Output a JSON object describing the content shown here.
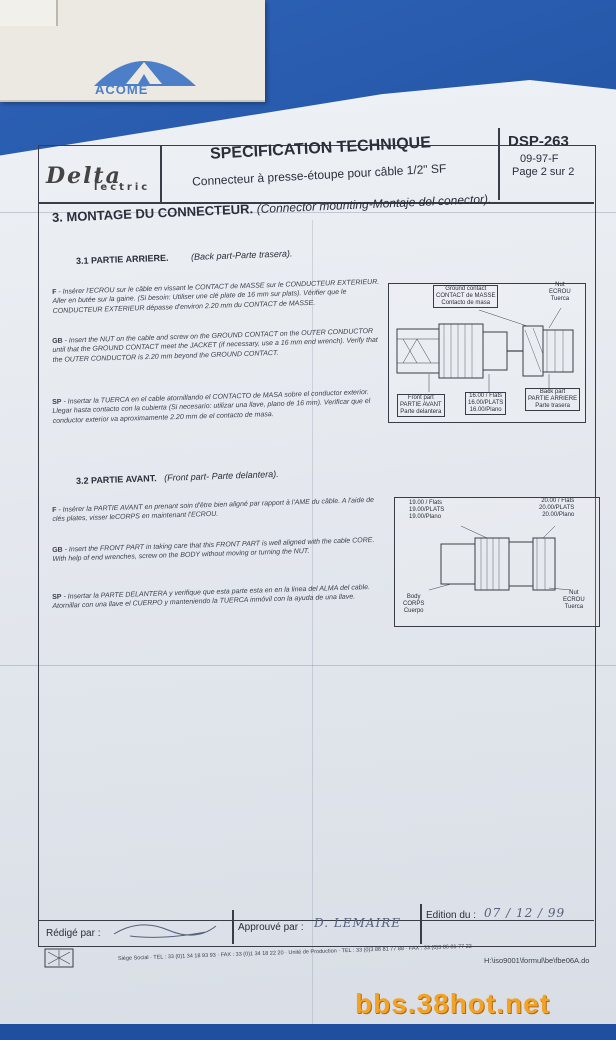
{
  "box": {
    "brand": "ACOME"
  },
  "header": {
    "logo_text": "Delta",
    "logo_sub": "lectric",
    "title": "SPECIFICATION TECHNIQUE",
    "subtitle": "Connecteur à presse-étoupe pour câble 1/2\" SF",
    "code": "DSP-263",
    "revision": "09-97-F",
    "page": "Page 2 sur 2"
  },
  "section": {
    "title": "3.  MONTAGE DU CONNECTEUR.",
    "title_note": "(Connector mounting-Montaje del conector)."
  },
  "part1": {
    "heading": "3.1  PARTIE ARRIERE.",
    "heading_note": "(Back part-Parte trasera).",
    "f_label": "F",
    "f_text": "- Insérer l'ECROU sur le câble en vissant le CONTACT de MASSE sur le CONDUCTEUR EXTERIEUR. Aller en butée sur la gaine. (Si besoin: Utiliser une clé plate de 16 mm sur plats). Vérifier que le CONDUCTEUR EXTERIEUR dépasse d'environ 2.20 mm du CONTACT de MASSE.",
    "gb_label": "GB",
    "gb_text": "- Insert the NUT on the cable and screw on the GROUND CONTACT on the OUTER CONDUCTOR until that the GROUND CONTACT meet the JACKET (if necessary, use a 16 mm end wrench). Verify that the OUTER CONDUCTOR is 2.20 mm beyond the GROUND CONTACT.",
    "sp_label": "SP",
    "sp_text": "- Insertar la TUERCA en el cable atornillando el CONTACTO de MASA sobre el conductor exterior. Llegar hasta contacto con la cubierta (Si necesario: utilizar una llave, plano de 16 mm). Verificar que el conductor exterior va aproximamente 2.20 mm de el contacto de masa."
  },
  "diagram1": {
    "ground": "Ground contact\nCONTACT de MASSE\nContacto de masa",
    "nut": "Nut\nECROU\nTuerca",
    "front": "Front part\nPARTIE AVANT\nParte delantera",
    "flats": "16.00 / Flats\n16.00/PLATS\n16.00/Plano",
    "back": "Back part\nPARTIE ARRIERE\nParte trasera"
  },
  "part2": {
    "heading": "3.2  PARTIE AVANT.",
    "heading_note": "(Front part- Parte delantera).",
    "f_label": "F",
    "f_text": "- Insérer la PARTIE AVANT en prenant soin d'être bien aligné par rapport à l'AME du câble. A l'aide de clés plates, visser leCORPS en maintenant l'ECROU.",
    "gb_label": "GB",
    "gb_text": "- Insert the FRONT PART in taking care that this FRONT PART is well aligned with the cable CORE. With help of end wrenches, screw on the BODY without moving or turning the NUT.",
    "sp_label": "SP",
    "sp_text": "- Insertar la PARTE DELANTERA y verifique que esta parte esta en en la linea del ALMA del cable. Atornillar con una llave el CUERPO y manteniendo la TUERCA inmóvil con la ayuda de una llave."
  },
  "diagram2": {
    "flats19": "19.00 / Flats\n19.00/PLATS\n19.00/Plano",
    "flats20": "20.00 / Flats\n20.00/PLATS\n20.00/Plano",
    "body": "Body\nCORPS\nCuerpo",
    "nut": "Nut\nECROU\nTuerca"
  },
  "footer": {
    "redige": "Rédigé par :",
    "approuve": "Approuvé par :",
    "approuve_sig": "D. LEMAIRE",
    "edition": "Edition du :",
    "edition_date": "07 / 12 / 99",
    "siege": "Siège Social · TEL : 33 (0)1 34 18 93 93 · FAX : 33 (0)1 34 18 22 20 · Unité de Production · TEL : 33 (0)3 86 81 77 88 · FAX : 33 (0)3 86 81 77 22",
    "path": "H:\\iso9001\\formul\\be\\fbe06A.do"
  },
  "watermark": "bbs.38hot.net"
}
